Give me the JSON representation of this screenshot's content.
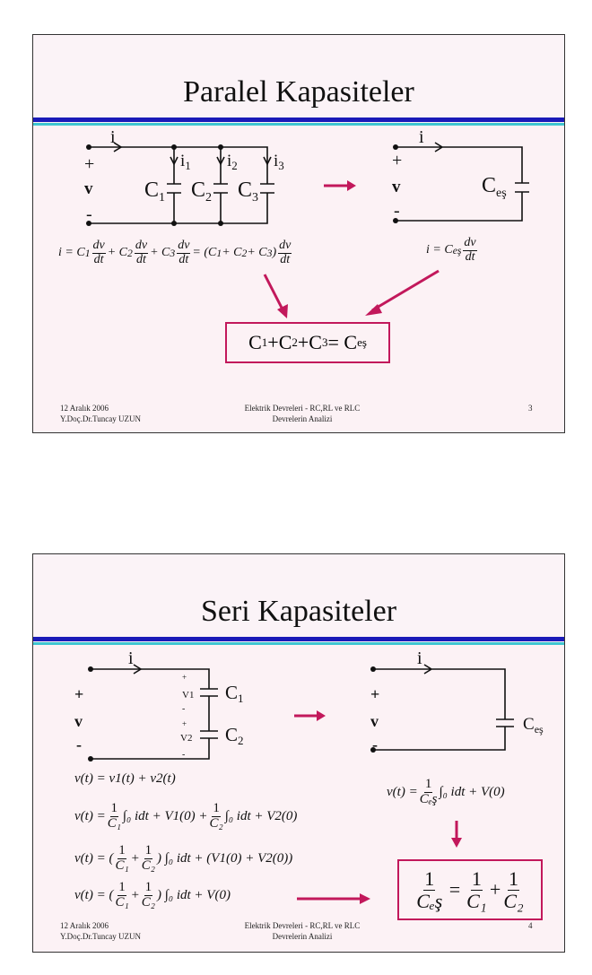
{
  "slide1": {
    "title": "Paralel Kapasiteler",
    "circuit": {
      "i": "i",
      "plus": "+",
      "v": "v",
      "minus": "-",
      "i1": "i",
      "i2": "i",
      "i3": "i",
      "s1": "1",
      "s2": "2",
      "s3": "3",
      "c": "C",
      "ceq_sub": "eş"
    },
    "formula_left": {
      "lhs": "i = C",
      "s1": "1",
      "n": "dv",
      "d": "dt",
      "p2": "+ C",
      "s2": "2",
      "p3": "+ C",
      "s3": "3",
      "eq": "= (C",
      "t1": "1",
      "t2": "+ C",
      "t2s": "2",
      "t3": "+ C",
      "t3s": "3",
      "close": ")"
    },
    "formula_right": {
      "lhs": "i = C",
      "sub": "eş",
      "n": "dv",
      "d": "dt"
    },
    "result": {
      "c": "C",
      "s1": "1",
      "s2": "2",
      "s3": "3",
      "plus": "+",
      "eq": "= C",
      "sub": "eş"
    },
    "footer": {
      "date": "12 Aralık 2006",
      "author": "Y.Doç.Dr.Tuncay UZUN",
      "course1": "Elektrik Devreleri - RC,RL ve RLC",
      "course2": "Devrelerin Analizi",
      "page": "3"
    }
  },
  "slide2": {
    "title": "Seri Kapasiteler",
    "circuit": {
      "i": "i",
      "plus": "+",
      "v": "v",
      "minus": "-",
      "v1": "V1",
      "v2": "V2",
      "c1": "C",
      "c2": "C",
      "s1": "1",
      "s2": "2",
      "ceq": "C",
      "ceq_sub": "eş",
      "small_plus": "+",
      "small_minus": "-"
    },
    "eq1": "v(t) = v1(t) + v2(t)",
    "eq2": {
      "lhs": "v(t) =",
      "one": "1",
      "c1": "C₁",
      "int": "∫₀ idt + V1(0) +",
      "c2": "C₂",
      "tail": "∫₀ idt + V2(0)"
    },
    "eq3": {
      "lhs": "v(t) = (",
      "one": "1",
      "c1": "C₁",
      "plus": "+",
      "c2": "C₂",
      "tail": ") ∫₀ idt + (V1(0) + V2(0))"
    },
    "eq4": {
      "lhs": "v(t) = (",
      "one": "1",
      "c1": "C₁",
      "plus": "+",
      "c2": "C₂",
      "tail": ") ∫₀ idt + V(0)"
    },
    "eq_right": {
      "lhs": "v(t) =",
      "one": "1",
      "ceq": "Cₑş",
      "tail": "∫₀ idt + V(0)"
    },
    "result": {
      "one": "1",
      "ceq": "Cₑş",
      "eq": "=",
      "c1": "C₁",
      "plus": "+",
      "c2": "C₂"
    },
    "footer": {
      "date": "12 Aralık 2006",
      "author": "Y.Doç.Dr.Tuncay UZUN",
      "course1": "Elektrik Devreleri - RC,RL ve RLC",
      "course2": "Devrelerin Analizi",
      "page": "4"
    }
  },
  "colors": {
    "accent": "#c2185b",
    "blue_rule": "#1a1ab8",
    "cyan_rule": "#3fc6d0"
  }
}
